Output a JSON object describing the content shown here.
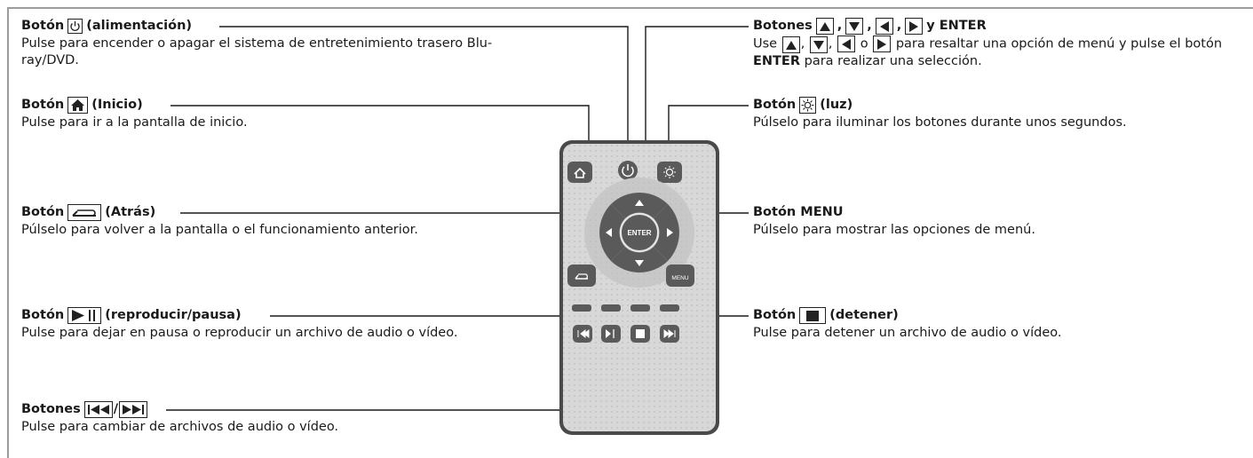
{
  "callouts": {
    "power": {
      "head_pre": "Botón",
      "head_post": "(alimentación)",
      "desc": "Pulse para encender o apagar el sistema de entretenimiento trasero Blu-ray/DVD."
    },
    "home": {
      "head_pre": "Botón",
      "head_post": "(Inicio)",
      "desc": "Pulse para ir a la pantalla de inicio."
    },
    "back": {
      "head_pre": "Botón",
      "head_post": "(Atrás)",
      "desc": "Púlselo para volver a la pantalla o el funcionamiento anterior."
    },
    "playpause": {
      "head_pre": "Botón",
      "head_post": "(reproducir/pausa)",
      "desc": "Pulse para dejar en pausa o reproducir un archivo de audio o vídeo."
    },
    "skip": {
      "head_pre": "Botones",
      "head_sep": "/",
      "desc": "Pulse para cambiar de archivos de audio o vídeo."
    },
    "arrows": {
      "head_pre": "Botones",
      "head_sep1": ",",
      "head_sep2": ",",
      "head_sep3": ",",
      "head_post": "y ENTER",
      "desc_pre": "Use",
      "desc_sep1": ",",
      "desc_sep2": ",",
      "desc_sep3": "o",
      "desc_mid": "para resaltar una opción de menú y pulse el botón",
      "desc_bold": "ENTER",
      "desc_end": "para realizar una selección."
    },
    "light": {
      "head_pre": "Botón",
      "head_post": "(luz)",
      "desc": "Púlselo para iluminar los botones durante unos segundos."
    },
    "menu": {
      "head": "Botón MENU",
      "desc": "Púlselo para mostrar las opciones de menú."
    },
    "stop": {
      "head_pre": "Botón",
      "head_post": "(detener)",
      "desc": "Pulse para detener un archivo de audio o vídeo."
    }
  },
  "remote": {
    "enter_label": "ENTER",
    "menu_label": "MENU"
  },
  "colors": {
    "remote_body": "#d8d8d8",
    "button_dark": "#5a5a5a",
    "line": "#1a1a1a",
    "frame": "#9c9c9c"
  }
}
